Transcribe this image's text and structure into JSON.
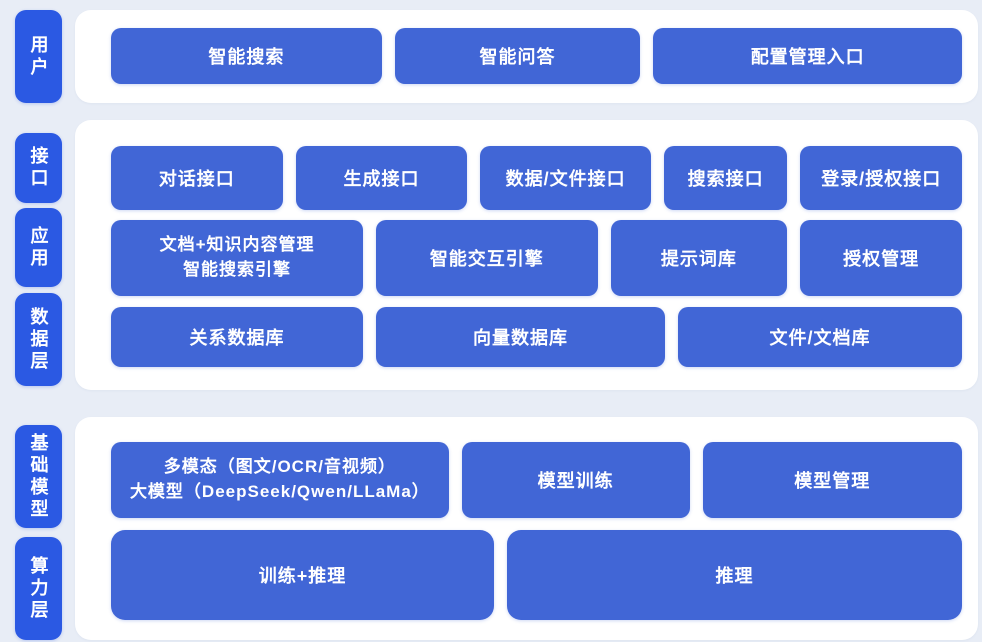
{
  "colors": {
    "background": "#e8edf6",
    "panel": "#ffffff",
    "label_blue": "#2b59e3",
    "node_blue": "#4166d6",
    "text": "#ffffff"
  },
  "diagram": {
    "sections": [
      {
        "labels": [
          "用户"
        ],
        "rows": [
          {
            "items": [
              "智能搜索",
              "智能问答",
              "配置管理入口"
            ]
          }
        ]
      },
      {
        "labels": [
          "接口",
          "应用",
          "数据层"
        ],
        "rows": [
          {
            "items": [
              "对话接口",
              "生成接口",
              "数据/文件接口",
              "搜索接口",
              "登录/授权接口"
            ]
          },
          {
            "items": [
              "文档+知识内容管理\n智能搜索引擎",
              "智能交互引擎",
              "提示词库",
              "授权管理"
            ]
          },
          {
            "items": [
              "关系数据库",
              "向量数据库",
              "文件/文档库"
            ]
          }
        ]
      },
      {
        "labels": [
          "基础模型",
          "算力层"
        ],
        "rows": [
          {
            "items": [
              "多模态（图文/OCR/音视频）\n大模型（DeepSeek/Qwen/LLaMa）",
              "模型训练",
              "模型管理"
            ]
          },
          {
            "items": [
              "训练+推理",
              "推理"
            ]
          }
        ]
      }
    ]
  }
}
